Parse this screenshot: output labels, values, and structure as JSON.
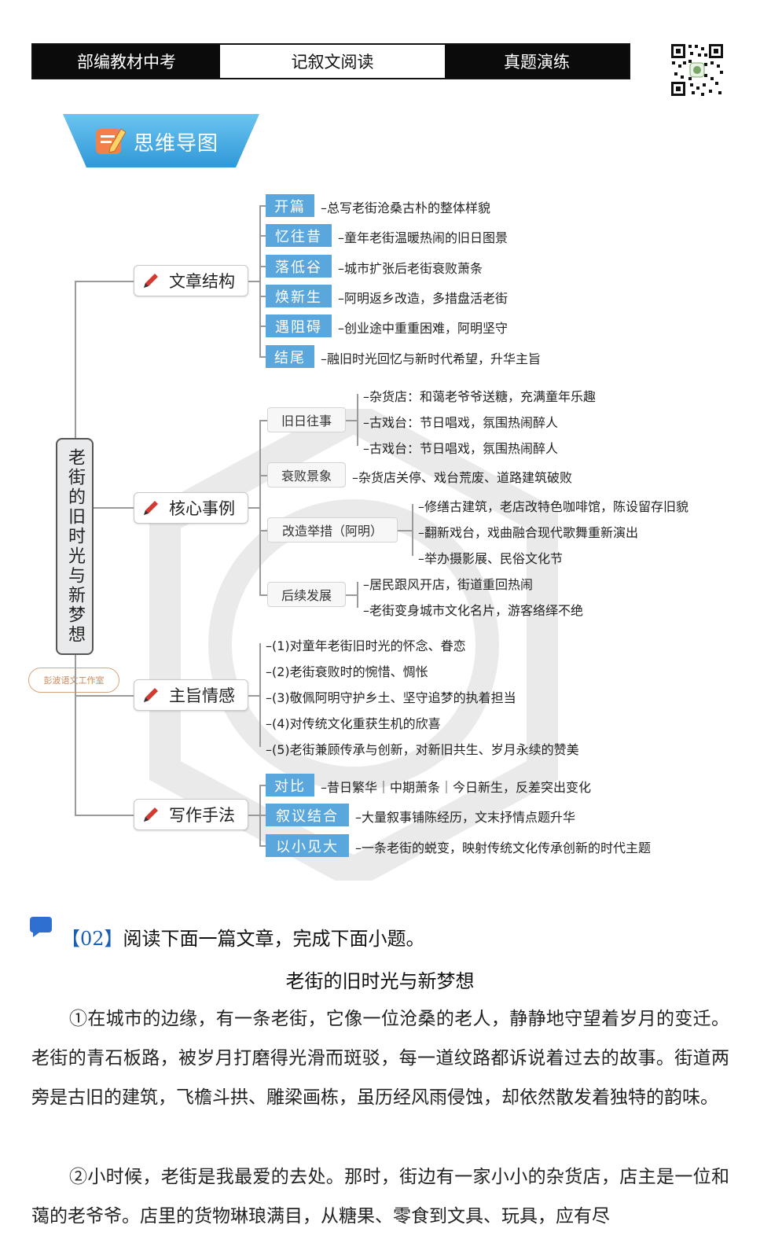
{
  "header": {
    "left": "部编教材中考",
    "center": "记叙文阅读",
    "right": "真题演练"
  },
  "banner": {
    "title": "思维导图"
  },
  "root": {
    "label": "老街的旧时光与新梦想"
  },
  "stamp": {
    "text": "彭波语文工作室"
  },
  "mindmap": {
    "structure": {
      "label": "文章结构",
      "items": [
        {
          "tag": "开篇",
          "text": "总写老街沧桑古朴的整体样貌"
        },
        {
          "tag": "忆往昔",
          "text": "童年老街温暖热闹的旧日图景"
        },
        {
          "tag": "落低谷",
          "text": "城市扩张后老街衰败萧条"
        },
        {
          "tag": "焕新生",
          "text": "阿明返乡改造，多措盘活老街"
        },
        {
          "tag": "遇阻碍",
          "text": "创业途中重重困难，阿明坚守"
        },
        {
          "tag": "结尾",
          "text": "融旧时光回忆与新时代希望，升华主旨"
        }
      ]
    },
    "examples": {
      "label": "核心事例",
      "groups": [
        {
          "name": "旧日往事",
          "items": [
            "杂货店：和蔼老爷爷送糖，充满童年乐趣",
            "古戏台：节日唱戏，氛围热闹醉人",
            "古戏台：节日唱戏，氛围热闹醉人"
          ]
        },
        {
          "name": "衰败景象",
          "items": [
            "杂货店关停、戏台荒废、道路建筑破败"
          ]
        },
        {
          "name": "改造举措（阿明）",
          "items": [
            "修缮古建筑，老店改特色咖啡馆，陈设留存旧貌",
            "翻新戏台，戏曲融合现代歌舞重新演出",
            "举办摄影展、民俗文化节"
          ]
        },
        {
          "name": "后续发展",
          "items": [
            "居民跟风开店，街道重回热闹",
            "老街变身城市文化名片，游客络绎不绝"
          ]
        }
      ]
    },
    "theme": {
      "label": "主旨情感",
      "items": [
        "(1)对童年老街旧时光的怀念、眷恋",
        "(2)老街衰败时的惋惜、惆怅",
        "(3)敬佩阿明守护乡土、坚守追梦的执着担当",
        "(4)对传统文化重获生机的欣喜",
        "(5)老街兼顾传承与创新，对新旧共生、岁月永续的赞美"
      ]
    },
    "technique": {
      "label": "写作手法",
      "items": [
        {
          "tag": "对比",
          "text": "昔日繁华｜中期萧条｜今日新生，反差突出变化"
        },
        {
          "tag": "叙议结合",
          "text": "大量叙事铺陈经历，文末抒情点题升华"
        },
        {
          "tag": "以小见大",
          "text": "一条老街的蜕变，映射传统文化传承创新的时代主题"
        }
      ]
    }
  },
  "question": {
    "number": "【02】",
    "prompt": "阅读下面一篇文章，完成下面小题。"
  },
  "article": {
    "title": "老街的旧时光与新梦想",
    "p1": "①在城市的边缘，有一条老街，它像一位沧桑的老人，静静地守望着岁月的变迁。老街的青石板路，被岁月打磨得光滑而斑驳，每一道纹路都诉说着过去的故事。街道两旁是古旧的建筑，飞檐斗拱、雕梁画栋，虽历经风雨侵蚀，却依然散发着独特的韵味。",
    "p2": "②小时候，老街是我最爱的去处。那时，街边有一家小小的杂货店，店主是一位和蔼的老爷爷。店里的货物琳琅满目，从糖果、零食到文具、玩具，应有尽"
  },
  "colors": {
    "header_dark": "#0b0b0b",
    "tag_blue": "#5aa7dd",
    "banner_blue": "#46aee6",
    "pen_red": "#d23a32",
    "question_blue": "#1a5fb4"
  }
}
